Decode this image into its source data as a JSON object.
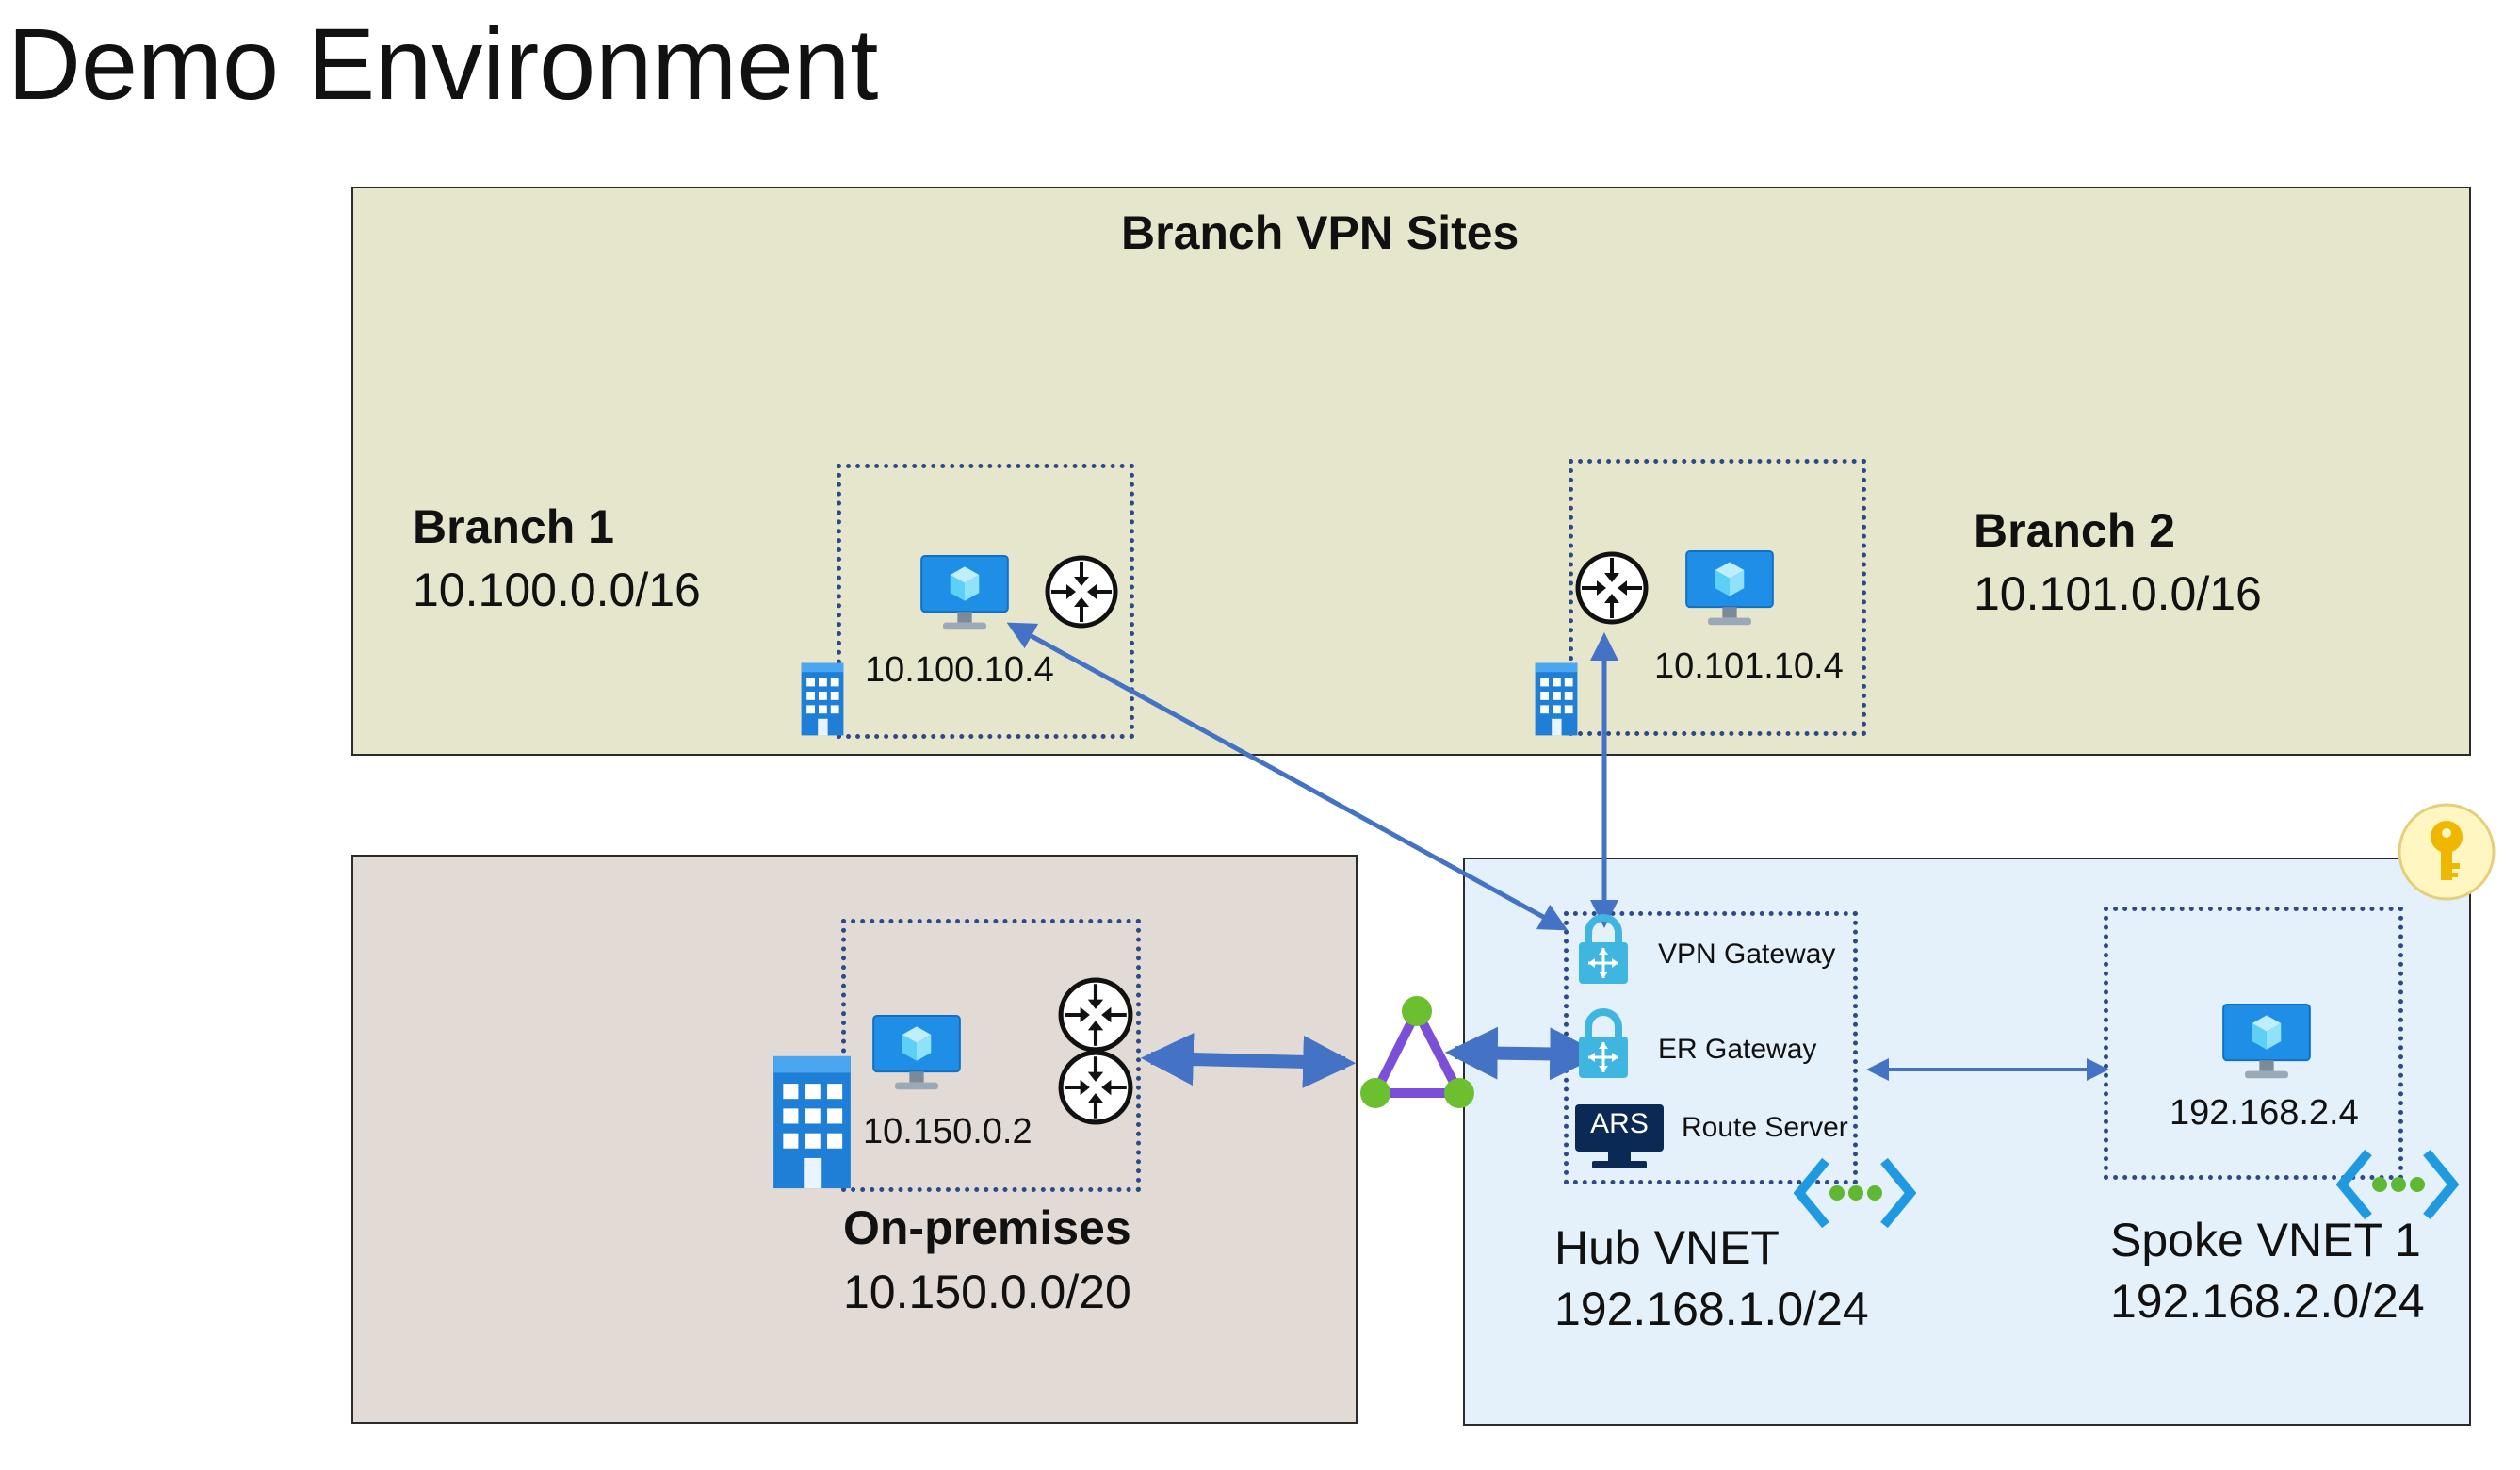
{
  "page": {
    "title": "Demo Environment"
  },
  "colors": {
    "branch_bg": "#e6e6cc",
    "onprem_bg": "#e2dad4",
    "hub_bg": "#e4f0fa",
    "arrow": "#4472c4",
    "vm_blue": "#1f8ee6",
    "gateway": "#3fb6e0",
    "ars_bg": "#0a2a55",
    "expressroute": "#7b4fd8",
    "key_gold": "#f0b700"
  },
  "branch_sites": {
    "header": "Branch VPN Sites",
    "branch1": {
      "name": "Branch 1",
      "cidr": "10.100.0.0/16",
      "vm_ip": "10.100.10.4"
    },
    "branch2": {
      "name": "Branch 2",
      "cidr": "10.101.0.0/16",
      "vm_ip": "10.101.10.4"
    }
  },
  "onprem": {
    "name": "On-premises",
    "cidr": "10.150.0.0/20",
    "vm_ip": "10.150.0.2"
  },
  "hub": {
    "name": "Hub VNET",
    "cidr": "192.168.1.0/24",
    "vpn_gateway": "VPN Gateway",
    "er_gateway": "ER Gateway",
    "ars_badge": "ARS",
    "route_server": "Route Server"
  },
  "spoke": {
    "name": "Spoke VNET 1",
    "cidr": "192.168.2.0/24",
    "vm_ip": "192.168.2.4"
  },
  "icons": [
    "vm-icon",
    "router-icon",
    "building-icon",
    "vpn-gateway-icon",
    "er-gateway-icon",
    "route-server-icon",
    "vnet-peering-icon",
    "expressroute-circuit-icon",
    "key-vault-icon"
  ]
}
